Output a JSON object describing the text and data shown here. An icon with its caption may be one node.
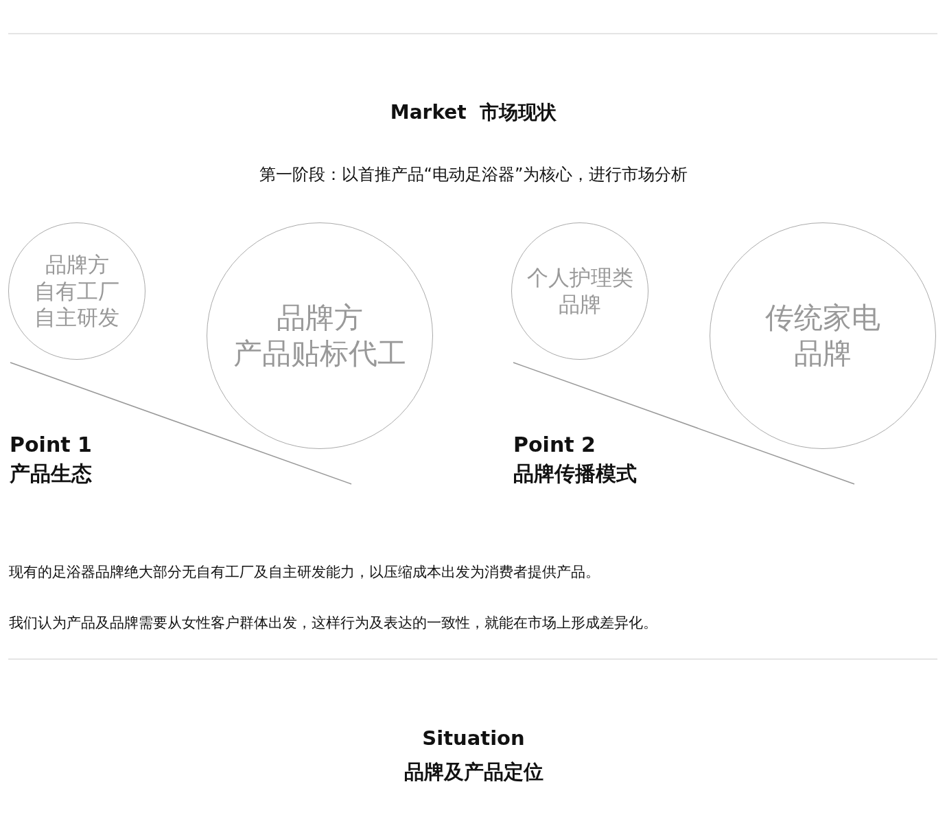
{
  "diagram": {
    "title": "Market  市场现状",
    "nodes": [
      {
        "text": [
          "品牌方自有工厂自主研发"
        ]
      },
      {
        "text": [
          "品牌方产品贴标代工"
        ]
      },
      {
        "text": [
          "个人护理类品牌"
        ]
      },
      {
        "text": [
          "传统家电品牌"
        ]
      }
    ],
    "edges": [],
    "labels": [
      "第一阶段：以首推产品“电动足浴器”为核心，进行市场分析",
      "Point 1",
      "产品生态",
      "Point 2",
      "品牌传播模式",
      "现有的足浴器品牌绝大部分无自有工厂及自主研发能力，以压缩成本出发为消费者提供产品。",
      "我们认为产品及品牌需要从女性客户群体出发，这样行为及表达的一致性，就能在市场上形成差异化。",
      "Situation",
      "品牌及产品定位"
    ]
  }
}
